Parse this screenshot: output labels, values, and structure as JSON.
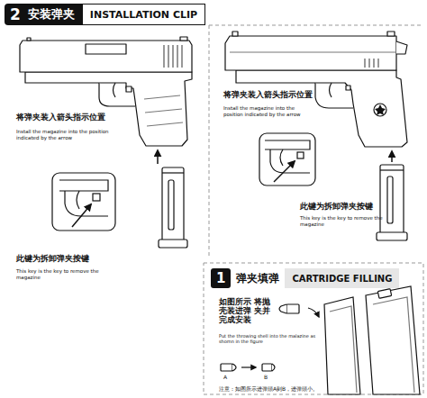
{
  "diagram": {
    "nodes": [
      {
        "text": [
          "2",
          "安装弹夹",
          "INSTALLATION CLIP"
        ]
      },
      {
        "text": [
          "1",
          "弹夹填弹",
          "CARTRIDGE FILLING"
        ]
      }
    ],
    "labels": [
      "将弹夹装入箭头指示位置",
      "Install the magazine into the position indicated by the arrow",
      "此键为拆卸弹夹按键",
      "This key is the key to remove the magazine",
      "将弹夹装入箭头指示位置",
      "Install the magazine into the position indicated by the arrow",
      "此键为拆卸弹夹按键",
      "This key is the key to remove the magazine",
      "如图所示 将抛壳装进弹 夹并完成安装",
      "Put the throwing shell into the malazine as shomn in the figure",
      "A",
      "B",
      "注意：如图所示进弹頭A到B，进弹頭小。"
    ]
  }
}
